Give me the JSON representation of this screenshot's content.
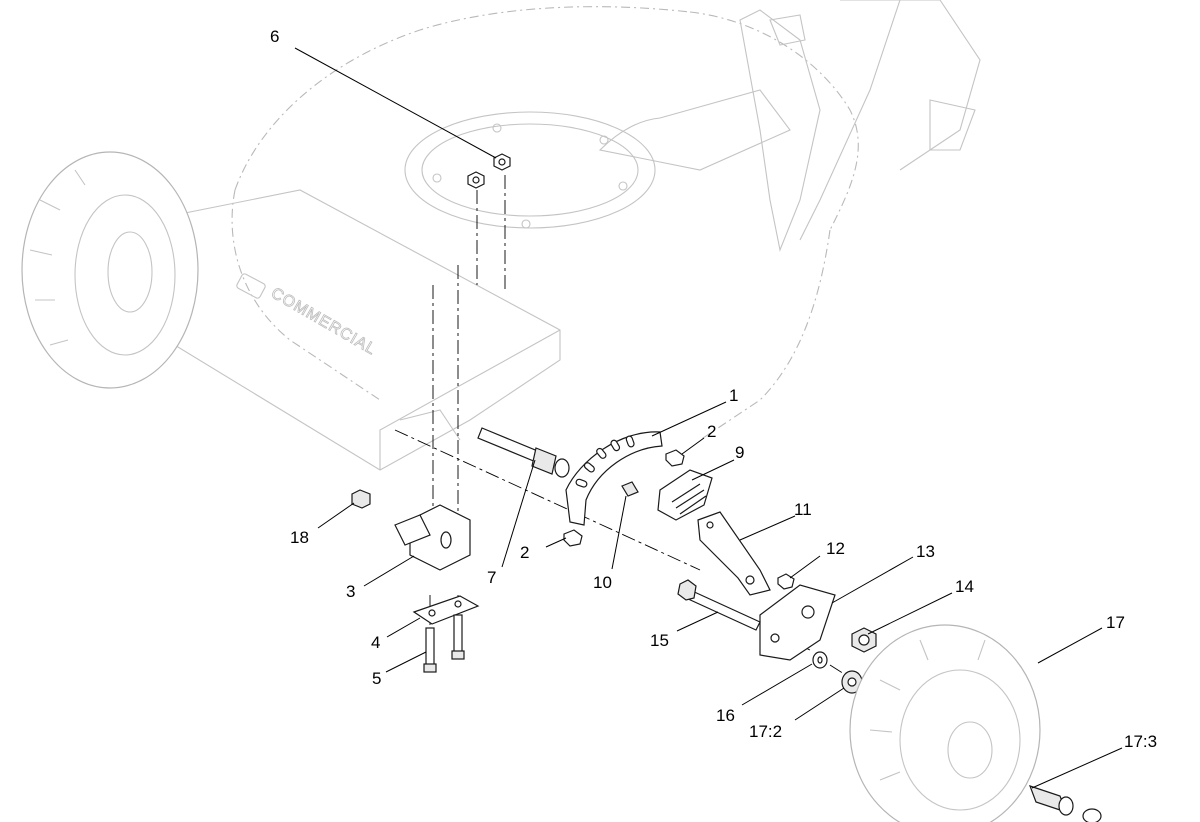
{
  "diagram": {
    "brand_text": "COMMERCIAL",
    "callouts": [
      {
        "id": "c1",
        "label": "1"
      },
      {
        "id": "c2a",
        "label": "2"
      },
      {
        "id": "c2b",
        "label": "2"
      },
      {
        "id": "c3",
        "label": "3"
      },
      {
        "id": "c4",
        "label": "4"
      },
      {
        "id": "c5",
        "label": "5"
      },
      {
        "id": "c6",
        "label": "6"
      },
      {
        "id": "c7",
        "label": "7"
      },
      {
        "id": "c9",
        "label": "9"
      },
      {
        "id": "c10",
        "label": "10"
      },
      {
        "id": "c11",
        "label": "11"
      },
      {
        "id": "c12",
        "label": "12"
      },
      {
        "id": "c13",
        "label": "13"
      },
      {
        "id": "c14",
        "label": "14"
      },
      {
        "id": "c15",
        "label": "15"
      },
      {
        "id": "c16",
        "label": "16"
      },
      {
        "id": "c17",
        "label": "17"
      },
      {
        "id": "c17_2",
        "label": "17:2"
      },
      {
        "id": "c17_3",
        "label": "17:3"
      },
      {
        "id": "c18",
        "label": "18"
      }
    ]
  }
}
